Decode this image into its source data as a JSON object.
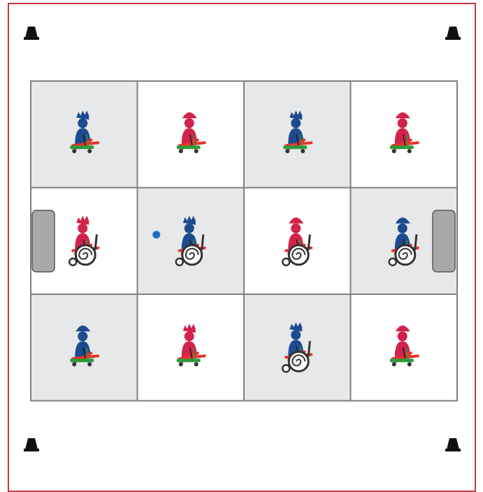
{
  "colors": {
    "boundary": "#c0393f",
    "grid_line": "#7f7f7f",
    "cell_grey": "#e7e8ea",
    "cell_white": "#ffffff",
    "blue_team": "#1d4b8f",
    "red_team": "#d2234a",
    "arm_red": "#e8322a",
    "board_green": "#2e9a3a",
    "wheel": "#333333",
    "ball": "#1f6fc0",
    "goal_fill": "#a8a8a8",
    "goal_stroke": "#555555",
    "cone": "#111111"
  },
  "grid": {
    "rows": 3,
    "cols": 4,
    "cells": [
      {
        "shade": "grey",
        "team": "blue",
        "mode": "scooter",
        "hat": "spiky",
        "ball": false
      },
      {
        "shade": "white",
        "team": "red",
        "mode": "scooter",
        "hat": "cap",
        "ball": false
      },
      {
        "shade": "grey",
        "team": "blue",
        "mode": "scooter",
        "hat": "spiky",
        "ball": false
      },
      {
        "shade": "white",
        "team": "red",
        "mode": "scooter",
        "hat": "cap",
        "ball": false
      },
      {
        "shade": "white",
        "team": "red",
        "mode": "wheelchair",
        "hat": "spiky",
        "ball": false
      },
      {
        "shade": "grey",
        "team": "blue",
        "mode": "wheelchair",
        "hat": "spiky",
        "ball": true
      },
      {
        "shade": "white",
        "team": "red",
        "mode": "wheelchair",
        "hat": "cap",
        "ball": false
      },
      {
        "shade": "grey",
        "team": "blue",
        "mode": "wheelchair",
        "hat": "cap",
        "ball": false
      },
      {
        "shade": "grey",
        "team": "blue",
        "mode": "scooter",
        "hat": "cap",
        "ball": false
      },
      {
        "shade": "white",
        "team": "red",
        "mode": "scooter",
        "hat": "spiky",
        "ball": false
      },
      {
        "shade": "grey",
        "team": "blue",
        "mode": "wheelchair",
        "hat": "spiky",
        "ball": false
      },
      {
        "shade": "white",
        "team": "red",
        "mode": "scooter",
        "hat": "cap",
        "ball": false
      }
    ]
  },
  "goals": [
    "left-goal",
    "right-goal"
  ],
  "cones": [
    "top-left",
    "top-right",
    "bottom-left",
    "bottom-right"
  ]
}
